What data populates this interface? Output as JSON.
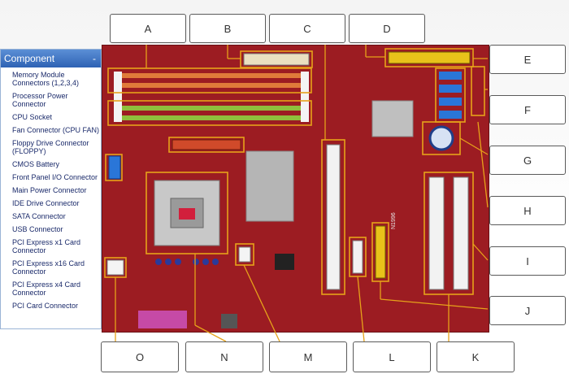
{
  "panel": {
    "title": "Component",
    "toggle": "-",
    "items": [
      "Memory Module Connectors (1,2,3,4)",
      "Processor Power Connector",
      "CPU Socket",
      "Fan Connector (CPU FAN)",
      "Floppy Drive Connector (FLOPPY)",
      "CMOS Battery",
      "Front Panel I/O Connector",
      "Main Power Connector",
      "IDE Drive Connector",
      "SATA Connector",
      "USB Connector",
      "PCI Express x1 Card Connector",
      "PCI Express x16 Card Connector",
      "PCI Express x4 Card Connector",
      "PCI Card Connector"
    ]
  },
  "labels": {
    "A": "A",
    "B": "B",
    "C": "C",
    "D": "D",
    "E": "E",
    "F": "F",
    "G": "G",
    "H": "H",
    "I": "I",
    "J": "J",
    "K": "K",
    "L": "L",
    "M": "M",
    "N": "N",
    "O": "O"
  },
  "board_text": {
    "model": "N1996"
  },
  "colors": {
    "board": "#9c1c22",
    "leader": "#e6a21a",
    "panel_header": "#2e62b4"
  }
}
